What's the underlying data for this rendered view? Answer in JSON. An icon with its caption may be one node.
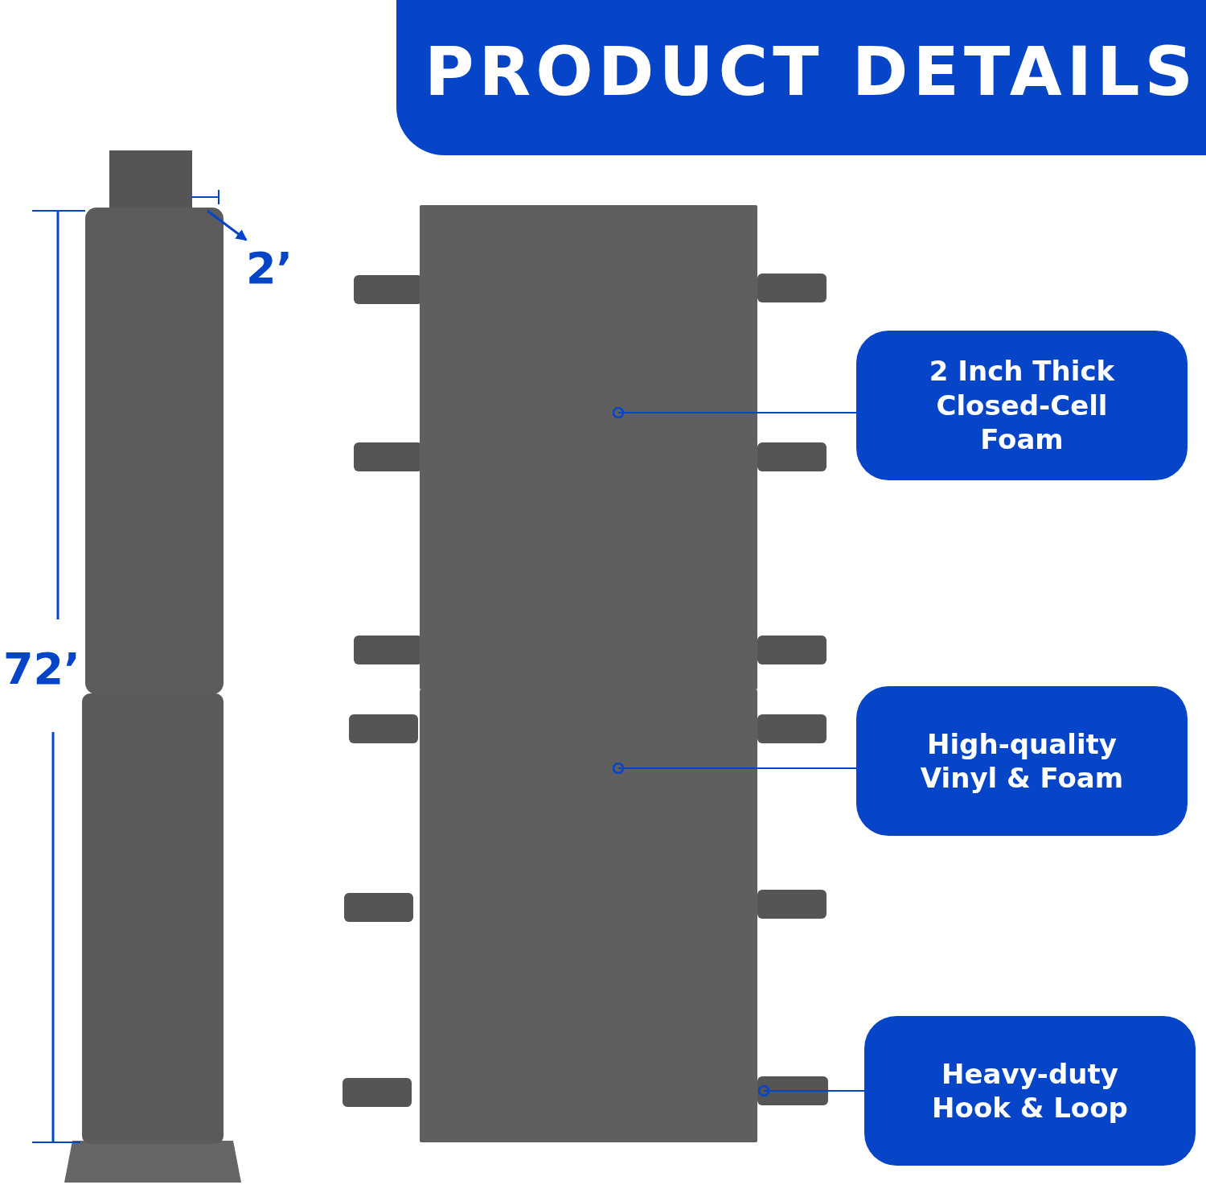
{
  "diagram": {
    "title": "PRODUCT DETAILS",
    "nodes": [
      {
        "text": [
          "2 Inch Thick Closed-Cell Foam"
        ]
      },
      {
        "text": [
          "High-quality Vinyl & Foam"
        ]
      },
      {
        "text": [
          "Heavy-duty Hook & Loop"
        ]
      },
      {
        "text": [],
        "shape": "box"
      },
      {
        "text": [],
        "shape": "box"
      },
      {
        "text": [],
        "shape": "bar"
      }
    ],
    "edges": [
      {
        "from": 0,
        "to": 3,
        "arrow": "other"
      },
      {
        "from": 1,
        "to": 4,
        "arrow": "other"
      },
      {
        "from": 2,
        "to": 5,
        "arrow": "other"
      }
    ],
    "labels": [
      "2’",
      "72’"
    ]
  }
}
